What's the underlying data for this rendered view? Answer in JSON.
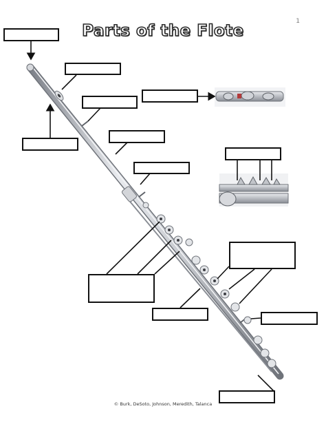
{
  "title": "Parts of the Flote",
  "page_number": "1",
  "credit": "© Burk, DeSoto, Johnson, Meredith, Talanca",
  "label_boxes": [
    {
      "id": "label-box-1",
      "text": ""
    },
    {
      "id": "label-box-2",
      "text": ""
    },
    {
      "id": "label-box-3",
      "text": ""
    },
    {
      "id": "label-box-4",
      "text": ""
    },
    {
      "id": "label-box-5",
      "text": ""
    },
    {
      "id": "label-box-6",
      "text": ""
    },
    {
      "id": "label-box-7",
      "text": ""
    },
    {
      "id": "label-box-8",
      "text": ""
    },
    {
      "id": "label-box-9",
      "text": ""
    },
    {
      "id": "label-box-10",
      "text": ""
    },
    {
      "id": "label-box-11",
      "text": ""
    },
    {
      "id": "label-box-12",
      "text": ""
    },
    {
      "id": "label-box-13",
      "text": ""
    }
  ],
  "colors": {
    "ink": "#111111",
    "flute_silver": "#c9ccd1",
    "flute_shadow": "#7d8189"
  }
}
